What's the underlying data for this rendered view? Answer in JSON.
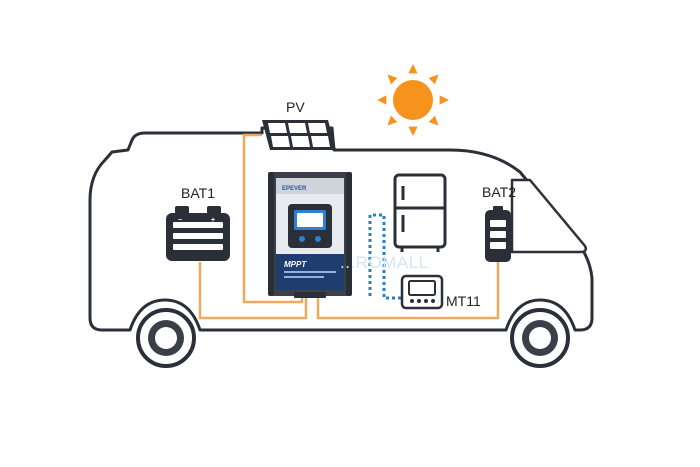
{
  "labels": {
    "pv": "PV",
    "bat1": "BAT1",
    "bat2": "BAT2",
    "mt11": "MT11"
  },
  "controller": {
    "brand": "EPEVER",
    "model_line": "MPPT"
  },
  "watermark": "...ROMALL",
  "icons": [
    "sun-icon",
    "solar-panel-icon",
    "battery-bat1-icon",
    "battery-bat2-icon",
    "refrigerator-icon",
    "mt11-meter-icon",
    "charge-controller-icon"
  ],
  "colors": {
    "outline": "#2b2f38",
    "power_wire": "#f0a95c",
    "data_wire": "#2a7fbf",
    "sun": "#f6931d",
    "controller_body": "#3c4048",
    "controller_screen": "#2f7fd3"
  }
}
